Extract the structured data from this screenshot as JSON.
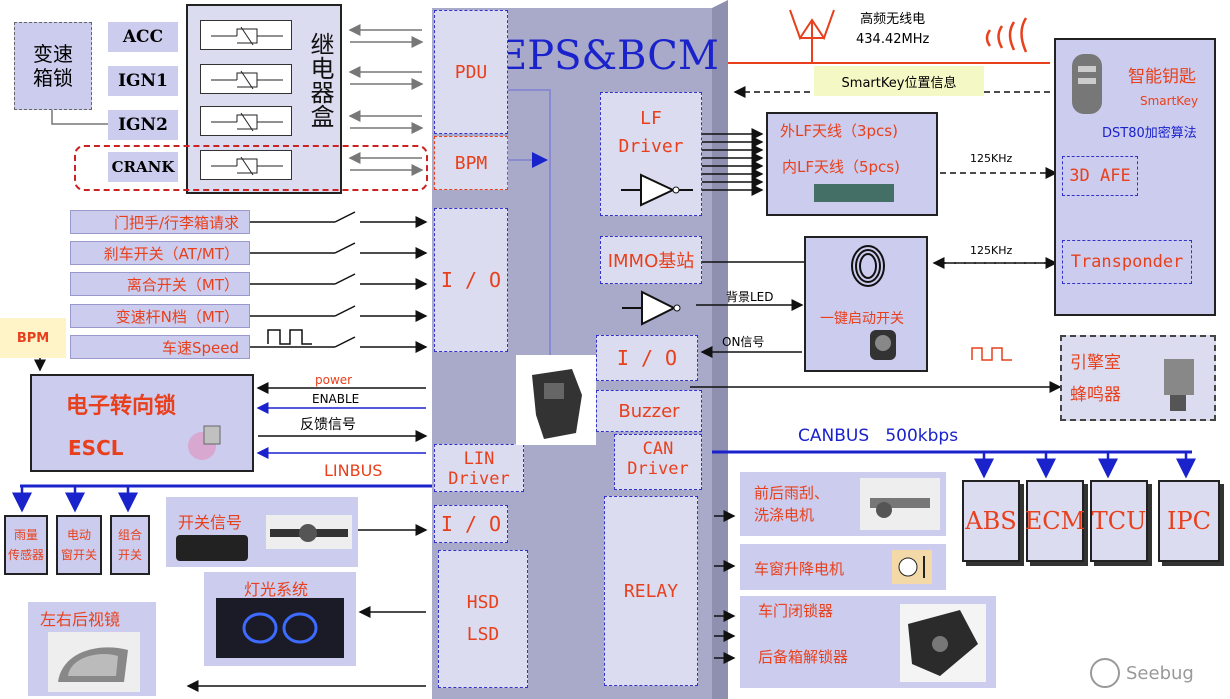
{
  "title": "PEPS&BCM",
  "modules": {
    "pdu": "PDU",
    "bpm": "BPM",
    "io_left": "I / O",
    "io_right": "I / O",
    "lf_driver_1": "LF",
    "lf_driver_2": "Driver",
    "immo": "IMMO基站",
    "buzzer": "Buzzer",
    "can_driver_1": "CAN",
    "can_driver_2": "Driver",
    "lin_driver_1": "LIN",
    "lin_driver_2": "Driver",
    "io_bottom": "I / O",
    "hsd": "HSD",
    "lsd": "LSD",
    "relay": "RELAY"
  },
  "relay_box": {
    "label": "继电器盒",
    "inputs": [
      "ACC",
      "IGN1",
      "IGN2",
      "CRANK"
    ]
  },
  "trans_lock": "变速箱锁",
  "switches": [
    "门把手/行李箱请求",
    "刹车开关（AT/MT）",
    "离合开关（MT）",
    "变速杆N档（MT）",
    "车速Speed"
  ],
  "bpm_tag": "BPM",
  "escl": {
    "title": "电子转向锁",
    "abbr": "ESCL",
    "sig_power": "power",
    "sig_enable": "ENABLE",
    "sig_feedback": "反馈信号"
  },
  "linbus": "LINBUS",
  "lin_nodes": [
    [
      "雨量",
      "传感器"
    ],
    [
      "电动",
      "窗开关"
    ],
    [
      "组合",
      "开关"
    ]
  ],
  "switch_signal": "开关信号",
  "light_system": "灯光系统",
  "mirror": "左右后视镜",
  "rf": {
    "line1": "高频无线电",
    "line2": "434.42MHz"
  },
  "smartkey_info": "SmartKey位置信息",
  "key": {
    "title": "智能钥匙",
    "sub": "SmartKey",
    "algo": "DST80加密算法",
    "afe": "3D AFE",
    "transponder": "Transponder"
  },
  "antenna": {
    "outer": "外LF天线（3pcs)",
    "inner": "内LF天线（5pcs)"
  },
  "freq1": "125KHz",
  "freq2": "125KHz",
  "start_switch": "一键启动开关",
  "backlight_led": "背景LED",
  "on_signal": "ON信号",
  "engine_buzzer": [
    "引擎室",
    "蜂鸣器"
  ],
  "canbus": "CANBUS   500kbps",
  "can_nodes": [
    "ABS",
    "ECM",
    "TCU",
    "IPC"
  ],
  "wiper": [
    "前后雨刮、",
    "洗涤电机"
  ],
  "window_motor": "车窗升降电机",
  "door_lock": "车门闭锁器",
  "trunk_lock": "后备箱解锁器",
  "watermark": "Seebug",
  "colors": {
    "accent_red": "#e8401c",
    "bus_blue": "#1a22cc",
    "panel": "#ccccee",
    "peps_body": "#a9a9c9"
  }
}
